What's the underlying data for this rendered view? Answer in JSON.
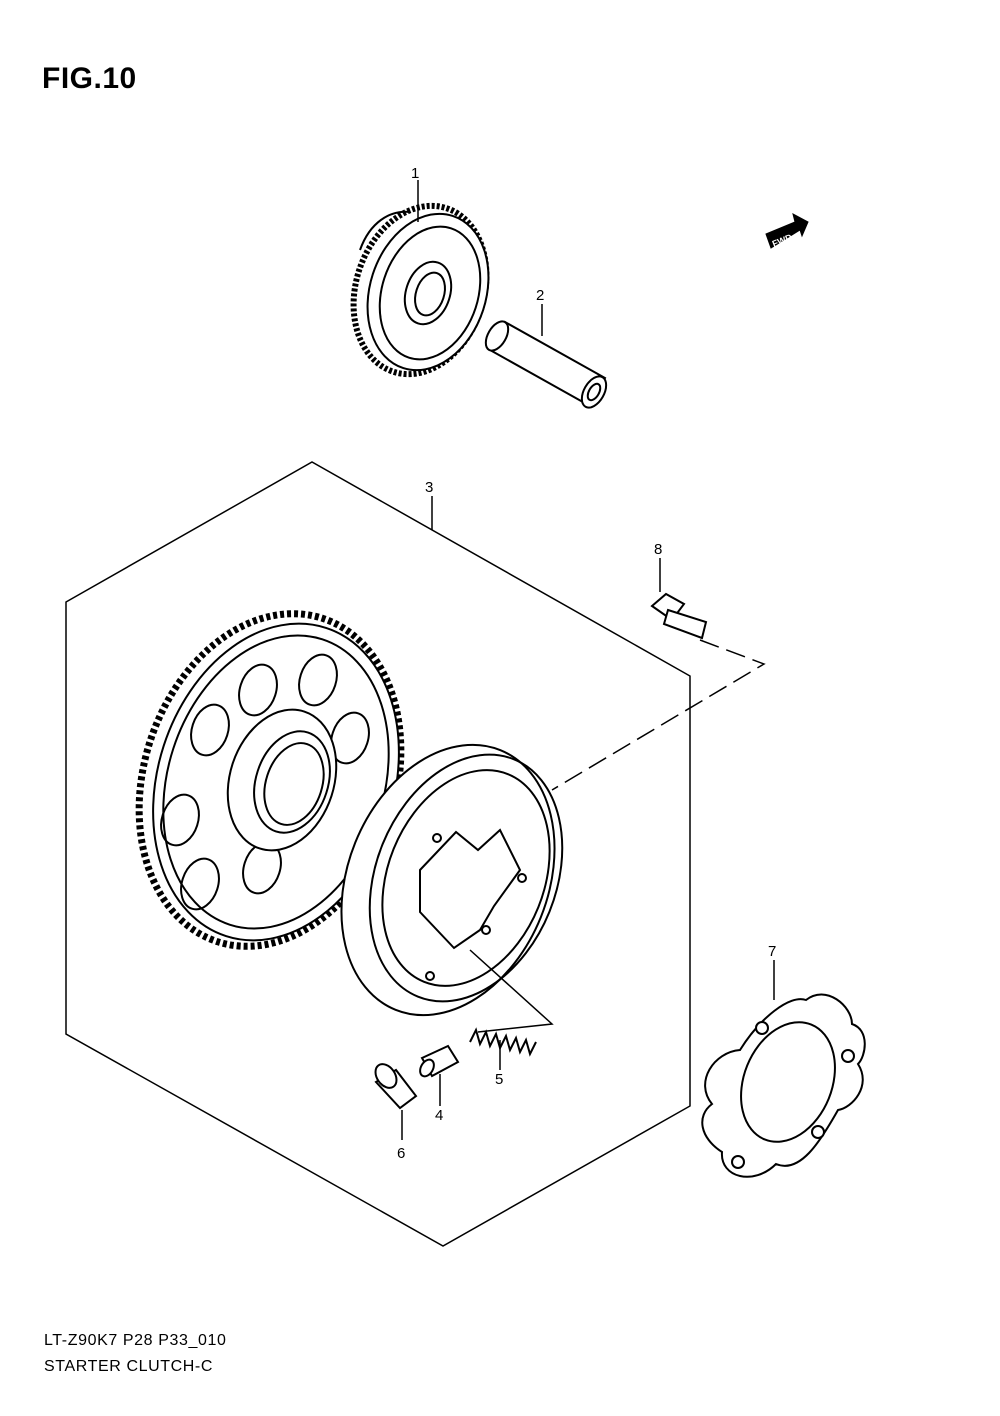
{
  "figure": {
    "title": "FIG.10",
    "code": "LT-Z90K7 P28 P33_010",
    "name": "STARTER CLUTCH-C"
  },
  "fwd_label": "FWD",
  "callouts": [
    {
      "number": "1",
      "part": "starter idle gear"
    },
    {
      "number": "2",
      "part": "gear shaft"
    },
    {
      "number": "3",
      "part": "starter clutch assembly"
    },
    {
      "number": "4",
      "part": "pin"
    },
    {
      "number": "5",
      "part": "spring"
    },
    {
      "number": "6",
      "part": "roller"
    },
    {
      "number": "7",
      "part": "plate"
    },
    {
      "number": "8",
      "part": "bolt"
    }
  ],
  "icons": [
    "fwd-arrow-icon"
  ],
  "colors": {
    "line": "#000000",
    "background": "#ffffff"
  }
}
